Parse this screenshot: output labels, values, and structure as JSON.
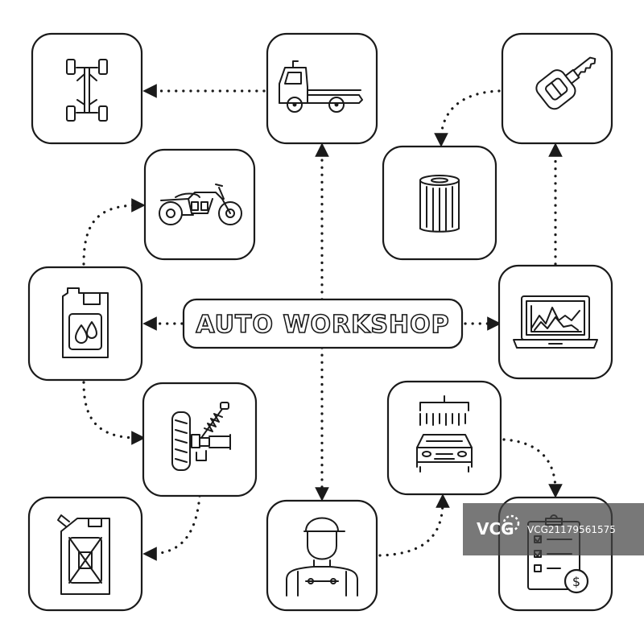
{
  "title": "AUTO WORKSHOP",
  "nodes": [
    {
      "id": "chassis",
      "icon": "car-chassis-icon"
    },
    {
      "id": "tow-truck",
      "icon": "tow-truck-icon"
    },
    {
      "id": "car-key",
      "icon": "car-key-remote-icon"
    },
    {
      "id": "motorcycle",
      "icon": "motorcycle-icon"
    },
    {
      "id": "oil-filter",
      "icon": "oil-filter-icon"
    },
    {
      "id": "motor-oil",
      "icon": "motor-oil-canister-icon"
    },
    {
      "id": "diagnostics",
      "icon": "laptop-diagnostics-icon"
    },
    {
      "id": "suspension",
      "icon": "wheel-suspension-icon"
    },
    {
      "id": "car-wash",
      "icon": "car-wash-icon"
    },
    {
      "id": "jerrycan",
      "icon": "jerrycan-icon"
    },
    {
      "id": "mechanic",
      "icon": "mechanic-icon"
    },
    {
      "id": "invoice",
      "icon": "service-checklist-invoice-icon"
    }
  ],
  "connections": [
    {
      "from": "tow-truck",
      "to": "chassis"
    },
    {
      "from": "center",
      "to": "tow-truck"
    },
    {
      "from": "car-key",
      "to": "oil-filter"
    },
    {
      "from": "diagnostics",
      "to": "car-key"
    },
    {
      "from": "motor-oil",
      "to": "motorcycle"
    },
    {
      "from": "center",
      "to": "motor-oil"
    },
    {
      "from": "center",
      "to": "diagnostics"
    },
    {
      "from": "motor-oil",
      "to": "suspension"
    },
    {
      "from": "suspension",
      "to": "jerrycan"
    },
    {
      "from": "center",
      "to": "mechanic"
    },
    {
      "from": "mechanic",
      "to": "car-wash"
    },
    {
      "from": "car-wash",
      "to": "invoice"
    }
  ],
  "watermark": {
    "brand": "VCG",
    "id_text": "VCG21179561575"
  },
  "colors": {
    "line": "#1a1a1a",
    "background": "#ffffff",
    "watermark": "#444444"
  }
}
